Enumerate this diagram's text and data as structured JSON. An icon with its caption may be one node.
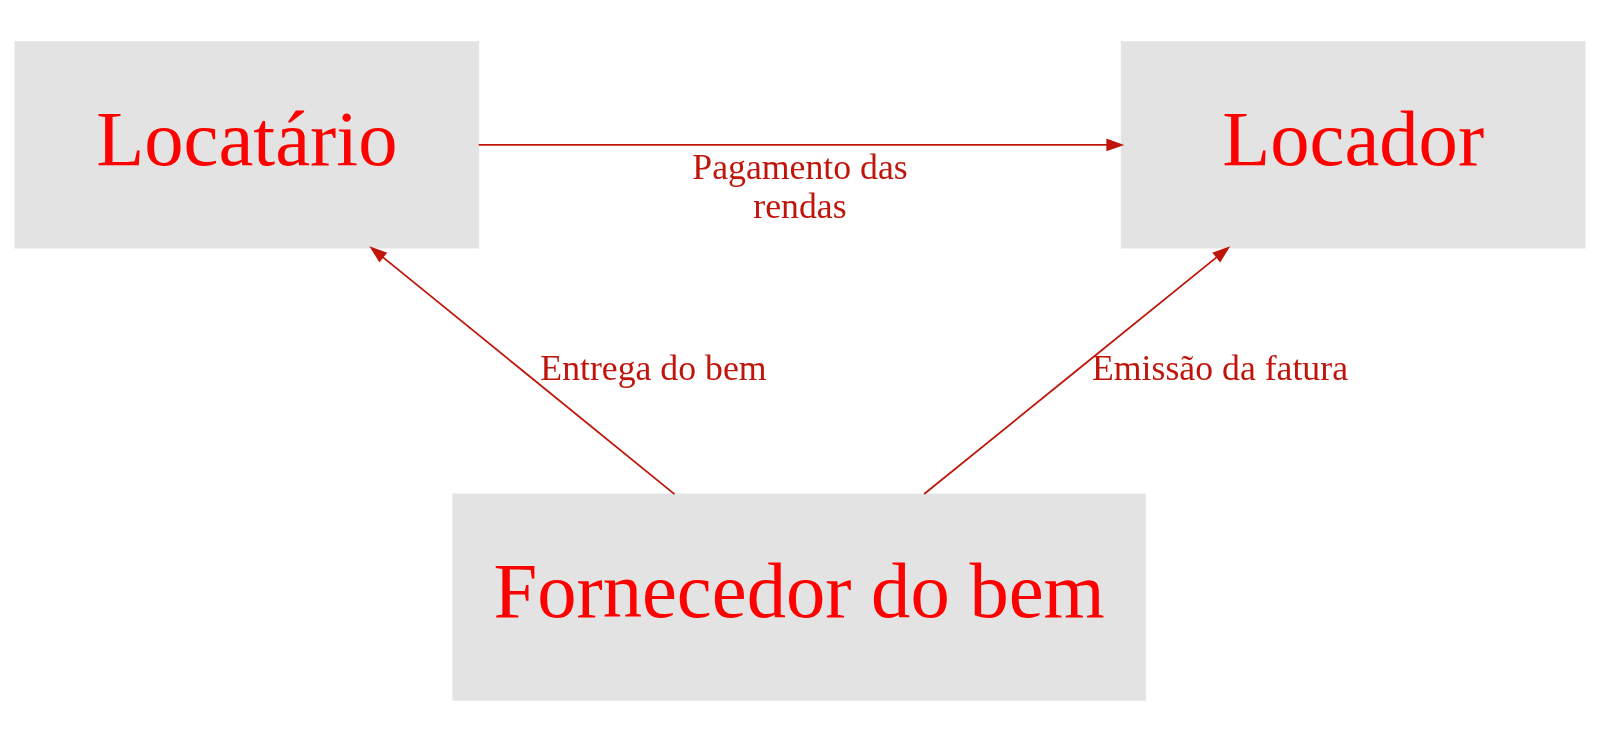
{
  "diagram": {
    "nodes": [
      {
        "text": [
          "Locador"
        ]
      },
      {
        "text": [
          "Locatário"
        ]
      },
      {
        "text": [
          "Fornecedor do bem"
        ]
      }
    ],
    "edges": [
      {
        "from": 1,
        "to": 0,
        "arrow": "to",
        "label": "Pagamento das rendas"
      },
      {
        "from": 2,
        "to": 0,
        "arrow": "to",
        "label": "Emissão da fatura"
      },
      {
        "from": 2,
        "to": 1,
        "arrow": "to",
        "label": "Entrega do bem"
      }
    ]
  }
}
